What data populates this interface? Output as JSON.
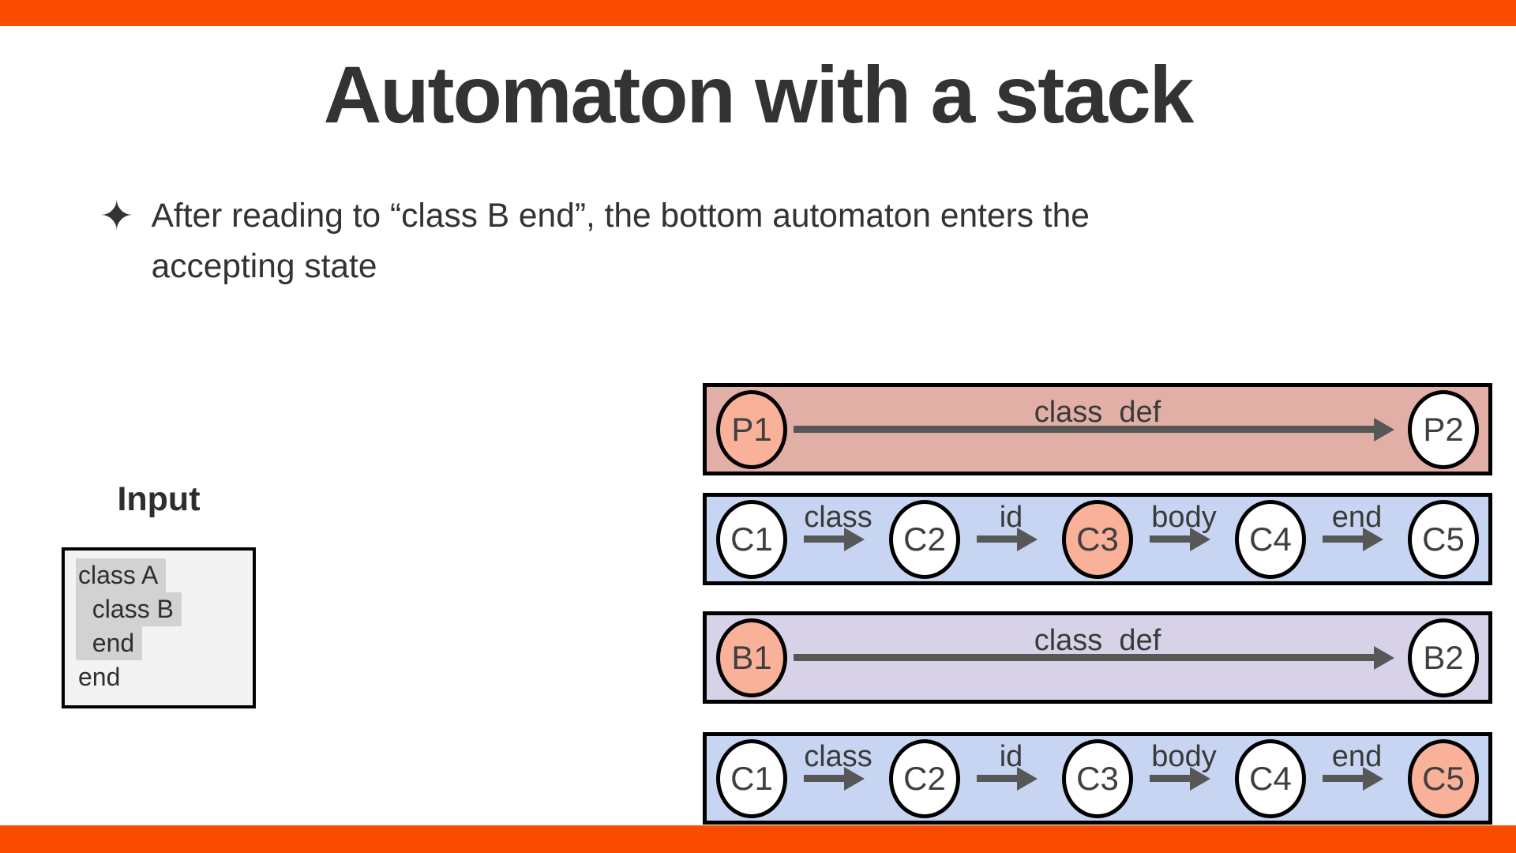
{
  "slide": {
    "title": "Automaton with a stack",
    "bullet": {
      "marker": "✦",
      "line1": "After reading to “class B end”, the bottom automaton enters the",
      "line2": "accepting state"
    }
  },
  "input": {
    "heading": "Input",
    "lines": [
      {
        "text": "class A",
        "read": true
      },
      {
        "text": "  class B",
        "read": true
      },
      {
        "text": "  end",
        "read": true
      },
      {
        "text": "end",
        "read": false
      }
    ]
  },
  "automata": {
    "rows": [
      {
        "name": "parent-automaton-top",
        "states": [
          {
            "label": "P1",
            "highlighted": true
          },
          {
            "label": "P2",
            "highlighted": false
          }
        ],
        "arrows": [
          {
            "label": "class_def"
          }
        ]
      },
      {
        "name": "class-automaton-top",
        "states": [
          {
            "label": "C1",
            "highlighted": false
          },
          {
            "label": "C2",
            "highlighted": false
          },
          {
            "label": "C3",
            "highlighted": true
          },
          {
            "label": "C4",
            "highlighted": false
          },
          {
            "label": "C5",
            "highlighted": false
          }
        ],
        "arrows": [
          {
            "label": "class"
          },
          {
            "label": "id"
          },
          {
            "label": "body"
          },
          {
            "label": "end"
          }
        ]
      },
      {
        "name": "b-class-automaton",
        "states": [
          {
            "label": "B1",
            "highlighted": true
          },
          {
            "label": "B2",
            "highlighted": false
          }
        ],
        "arrows": [
          {
            "label": "class_def"
          }
        ]
      },
      {
        "name": "class-automaton-bottom",
        "states": [
          {
            "label": "C1",
            "highlighted": false
          },
          {
            "label": "C2",
            "highlighted": false
          },
          {
            "label": "C3",
            "highlighted": false
          },
          {
            "label": "C4",
            "highlighted": false
          },
          {
            "label": "C5",
            "highlighted": true
          }
        ],
        "arrows": [
          {
            "label": "class"
          },
          {
            "label": "id"
          },
          {
            "label": "body"
          },
          {
            "label": "end"
          }
        ]
      }
    ]
  },
  "colors": {
    "accent_orange": "#F94C00",
    "text_dark": "#333333",
    "row_pink": "#E2AFA6",
    "row_blue": "#C7D5F2",
    "row_purple": "#D8D2E8",
    "hl_salmon": "#F9B199",
    "arrow_gray": "#575757",
    "input_bg": "#F3F3F3",
    "input_hl": "#D2D2D2"
  }
}
